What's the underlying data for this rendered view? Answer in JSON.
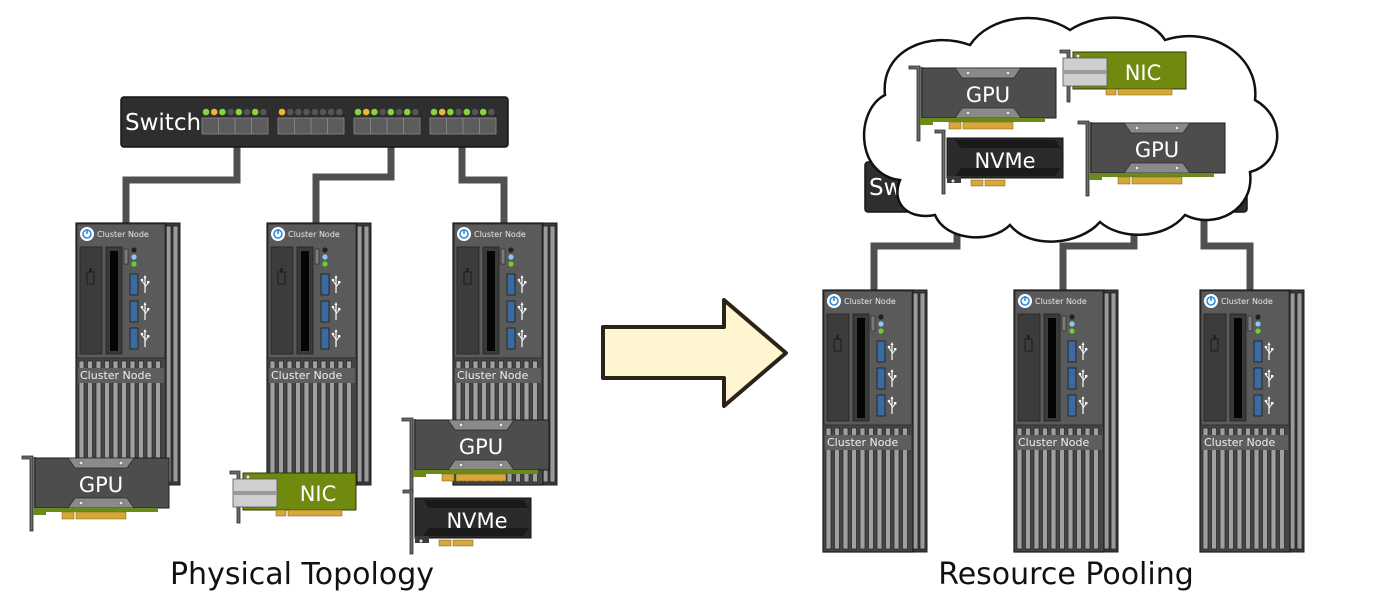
{
  "captions": {
    "left": "Physical Topology",
    "right": "Resource Pooling"
  },
  "switch": {
    "label": "Switch",
    "port_groups": 4,
    "led_colors": {
      "green": "#88d43a",
      "amber": "#f2b533",
      "off": "#555555"
    },
    "leds": [
      [
        "green",
        "amber",
        "green",
        "off",
        "green",
        "off",
        "green",
        "off"
      ],
      [
        "amber",
        "off",
        "off",
        "off",
        "off",
        "off",
        "off",
        "off"
      ],
      [
        "green",
        "amber",
        "green",
        "off",
        "green",
        "off",
        "green",
        "off"
      ],
      [
        "green",
        "amber",
        "green",
        "off",
        "green",
        "off",
        "green",
        "off"
      ]
    ]
  },
  "node": {
    "title": "Cluster Node",
    "label": "Cluster Node",
    "usb_ports": 3,
    "status_leds": [
      "#222222",
      "#8fc7ef",
      "#6ad030"
    ]
  },
  "cards": {
    "gpu": {
      "label": "GPU",
      "color": "#4d4d4d"
    },
    "nic": {
      "label": "NIC",
      "color": "#6f8a0e"
    },
    "nvme": {
      "label": "NVMe",
      "color": "#2b2b2b"
    }
  },
  "physical_topology": {
    "nodes": [
      {
        "id": "node-1",
        "attached_cards": [
          "GPU"
        ]
      },
      {
        "id": "node-2",
        "attached_cards": [
          "NIC"
        ]
      },
      {
        "id": "node-3",
        "attached_cards": [
          "GPU",
          "NVMe"
        ]
      }
    ]
  },
  "resource_pooling": {
    "pool_shape": "cloud",
    "pooled_cards": [
      "GPU",
      "NIC",
      "NVMe",
      "GPU"
    ],
    "nodes": [
      "node-1",
      "node-2",
      "node-3"
    ]
  },
  "arrow": {
    "fill": "#fff5d1",
    "stroke": "#2a2418",
    "direction": "right"
  },
  "colors": {
    "cable": "#505050",
    "switch_body": "#2e2e2e",
    "node_body": "#4a4a4a",
    "connector_gold": "#d4a93a"
  }
}
